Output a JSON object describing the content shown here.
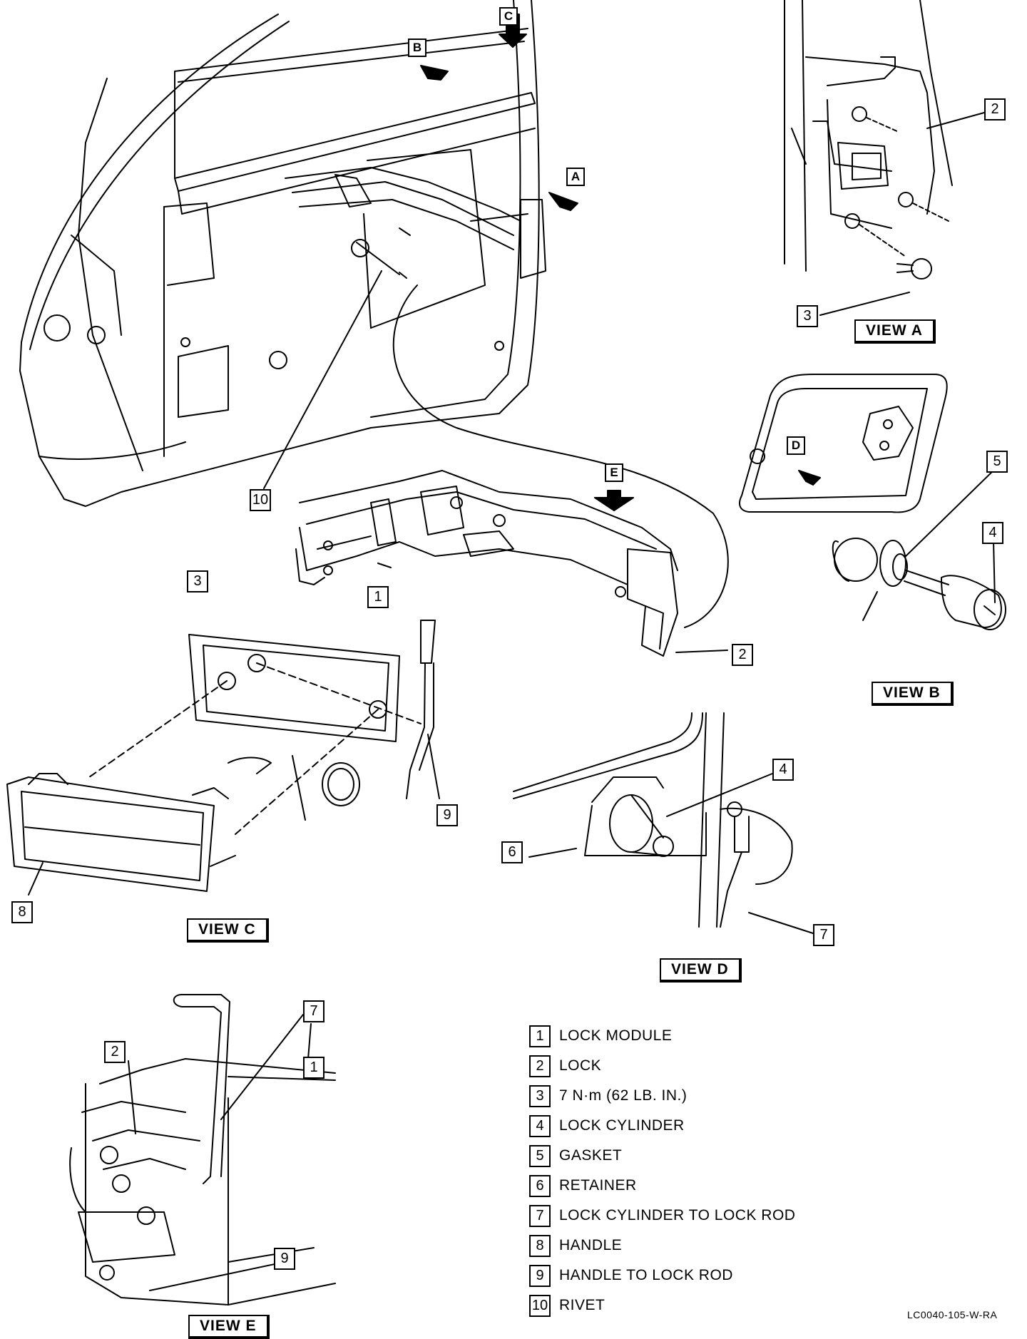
{
  "views": {
    "a": "VIEW A",
    "b": "VIEW B",
    "c": "VIEW C",
    "d": "VIEW D",
    "e": "VIEW E"
  },
  "arrows": {
    "a": "A",
    "b": "B",
    "c": "C",
    "d": "D",
    "e": "E"
  },
  "callouts": [
    "1",
    "2",
    "3",
    "4",
    "5",
    "6",
    "7",
    "8",
    "9",
    "10"
  ],
  "legend": [
    {
      "num": "1",
      "text": "LOCK MODULE"
    },
    {
      "num": "2",
      "text": "LOCK"
    },
    {
      "num": "3",
      "text": "7 N·m (62 LB. IN.)"
    },
    {
      "num": "4",
      "text": "LOCK CYLINDER"
    },
    {
      "num": "5",
      "text": "GASKET"
    },
    {
      "num": "6",
      "text": "RETAINER"
    },
    {
      "num": "7",
      "text": "LOCK CYLINDER TO LOCK ROD"
    },
    {
      "num": "8",
      "text": "HANDLE"
    },
    {
      "num": "9",
      "text": "HANDLE TO LOCK ROD"
    },
    {
      "num": "10",
      "text": "RIVET"
    }
  ],
  "figure_code": "LC0040-105-W-RA"
}
